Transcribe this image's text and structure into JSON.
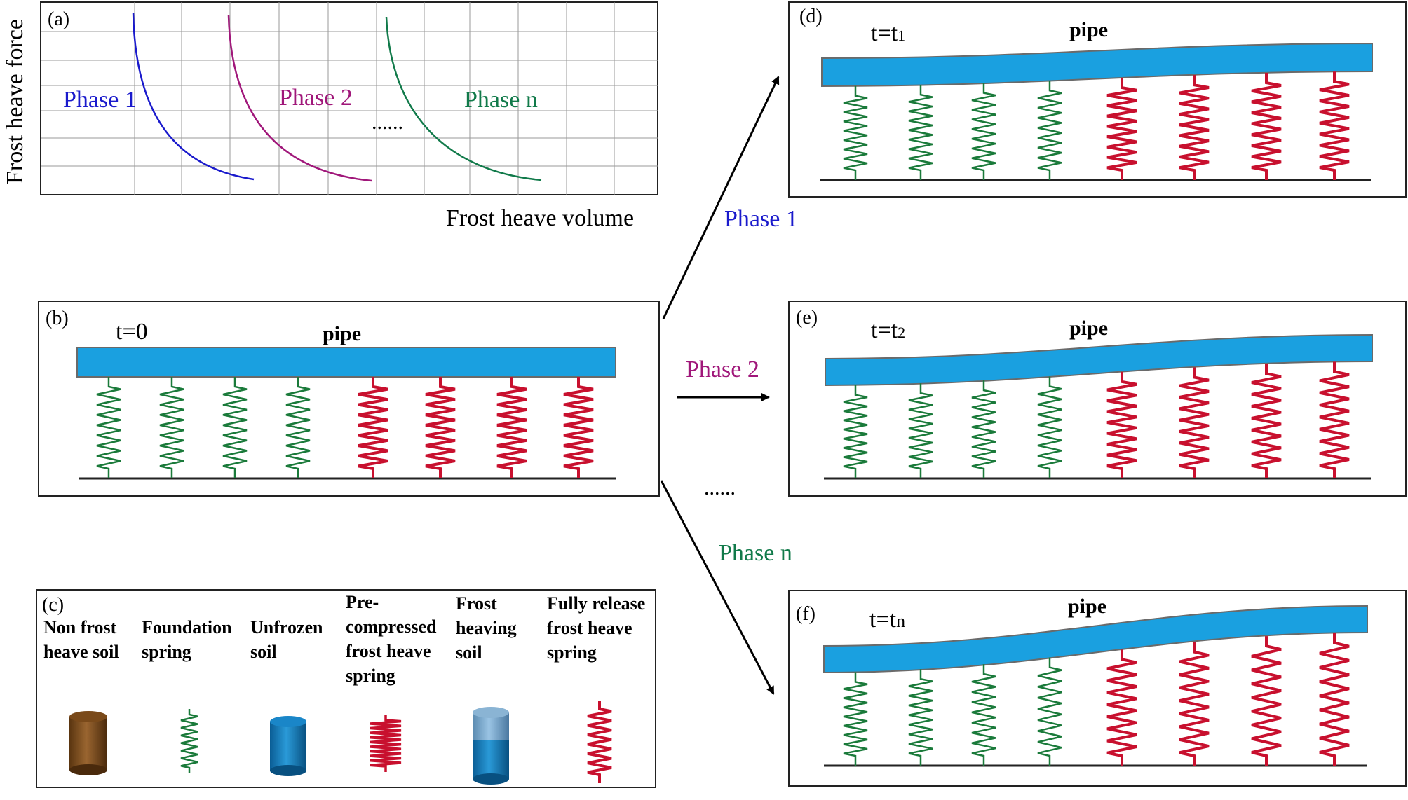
{
  "panel_a": {
    "tag": "(a)",
    "y_axis_label": "Frost heave force",
    "x_axis_label": "Frost heave volume",
    "curves": [
      {
        "label": "Phase 1",
        "color": "#1a1acc"
      },
      {
        "label": "Phase 2",
        "color": "#a0177a"
      },
      {
        "label": "Phase n",
        "color": "#117a4a"
      }
    ],
    "ellipsis": "......"
  },
  "panel_b": {
    "tag": "(b)",
    "time": "t=0",
    "pipe_label": "pipe"
  },
  "panel_c": {
    "tag": "(c)",
    "legend": [
      {
        "lines": [
          "Non frost",
          "heave soil"
        ],
        "icon": "brown-cylinder-icon"
      },
      {
        "lines": [
          "Foundation",
          "spring"
        ],
        "icon": "green-spring-icon"
      },
      {
        "lines": [
          "Unfrozen",
          "soil"
        ],
        "icon": "blue-cylinder-icon"
      },
      {
        "lines": [
          "Pre-",
          "compressed",
          "frost heave",
          "spring"
        ],
        "icon": "compressed-red-spring-icon"
      },
      {
        "lines": [
          "Frost",
          "heaving",
          "soil"
        ],
        "icon": "frost-cylinder-icon"
      },
      {
        "lines": [
          "Fully release",
          "frost heave",
          "spring"
        ],
        "icon": "released-red-spring-icon"
      }
    ]
  },
  "panel_d": {
    "tag": "(d)",
    "time_base": "t=t",
    "time_sub": "1",
    "pipe_label": "pipe"
  },
  "panel_e": {
    "tag": "(e)",
    "time_base": "t=t",
    "time_sub": "2",
    "pipe_label": "pipe"
  },
  "panel_f": {
    "tag": "(f)",
    "time_base": "t=t",
    "time_sub": "n",
    "pipe_label": "pipe"
  },
  "arrows": {
    "phase1": "Phase 1",
    "phase2": "Phase 2",
    "phasen": "Phase n",
    "ellipsis": "......"
  },
  "colors": {
    "pipe": "#1aa0e0",
    "foundation_spring": "#1a7a3a",
    "frost_spring": "#c8102e",
    "phase1": "#1a1acc",
    "phase2": "#a0177a",
    "phasen": "#117a4a"
  }
}
